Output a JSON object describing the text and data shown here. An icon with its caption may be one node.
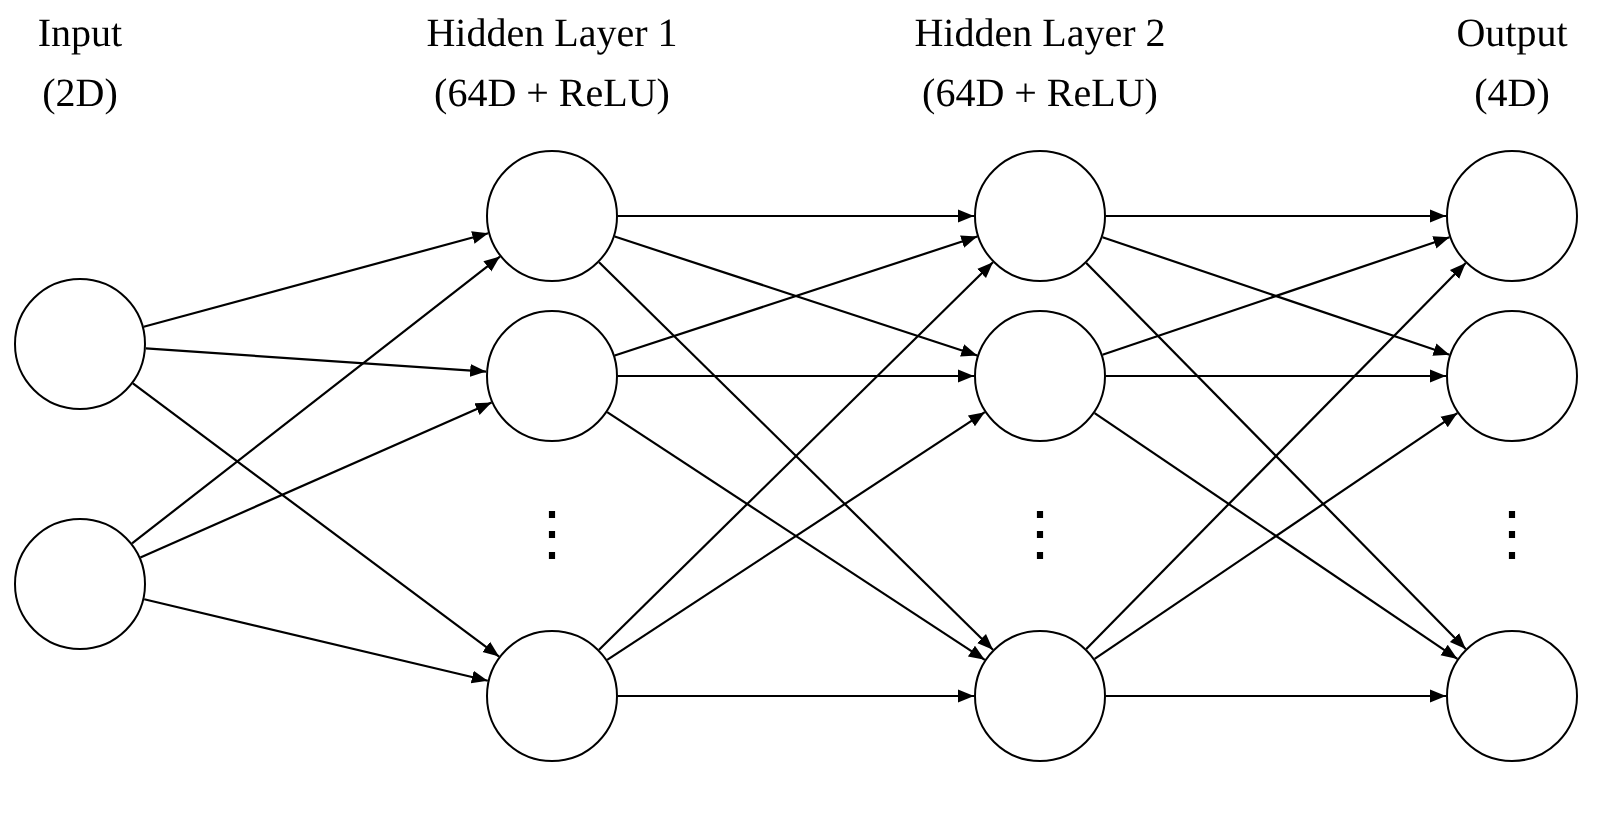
{
  "diagram": {
    "nodes": [
      {
        "text": [],
        "shape": "circle"
      },
      {
        "text": [],
        "shape": "circle"
      },
      {
        "text": [],
        "shape": "circle"
      },
      {
        "text": [],
        "shape": "circle"
      },
      {
        "text": [],
        "shape": "circle"
      },
      {
        "text": [],
        "shape": "circle"
      },
      {
        "text": [],
        "shape": "circle"
      },
      {
        "text": [],
        "shape": "circle"
      },
      {
        "text": [],
        "shape": "circle"
      },
      {
        "text": [],
        "shape": "circle"
      },
      {
        "text": [],
        "shape": "circle"
      }
    ],
    "edges": [
      {
        "from": 0,
        "to": 2,
        "arrow": "to"
      },
      {
        "from": 0,
        "to": 3,
        "arrow": "to"
      },
      {
        "from": 0,
        "to": 4,
        "arrow": "to"
      },
      {
        "from": 1,
        "to": 2,
        "arrow": "to"
      },
      {
        "from": 1,
        "to": 3,
        "arrow": "to"
      },
      {
        "from": 1,
        "to": 4,
        "arrow": "to"
      },
      {
        "from": 2,
        "to": 5,
        "arrow": "to"
      },
      {
        "from": 2,
        "to": 6,
        "arrow": "to"
      },
      {
        "from": 2,
        "to": 7,
        "arrow": "to"
      },
      {
        "from": 3,
        "to": 5,
        "arrow": "to"
      },
      {
        "from": 3,
        "to": 6,
        "arrow": "to"
      },
      {
        "from": 3,
        "to": 7,
        "arrow": "to"
      },
      {
        "from": 4,
        "to": 5,
        "arrow": "to"
      },
      {
        "from": 4,
        "to": 6,
        "arrow": "to"
      },
      {
        "from": 4,
        "to": 7,
        "arrow": "to"
      },
      {
        "from": 5,
        "to": 8,
        "arrow": "to"
      },
      {
        "from": 5,
        "to": 9,
        "arrow": "to"
      },
      {
        "from": 5,
        "to": 10,
        "arrow": "to"
      },
      {
        "from": 6,
        "to": 8,
        "arrow": "to"
      },
      {
        "from": 6,
        "to": 9,
        "arrow": "to"
      },
      {
        "from": 6,
        "to": 10,
        "arrow": "to"
      },
      {
        "from": 7,
        "to": 8,
        "arrow": "to"
      },
      {
        "from": 7,
        "to": 9,
        "arrow": "to"
      },
      {
        "from": 7,
        "to": 10,
        "arrow": "to"
      }
    ],
    "labels": [
      "Input (2D)",
      "Hidden Layer 1 (64D + ReLU)",
      "Hidden Layer 2 (64D + ReLU)",
      "Output (4D)",
      "⋮",
      "⋮",
      "⋮"
    ]
  }
}
